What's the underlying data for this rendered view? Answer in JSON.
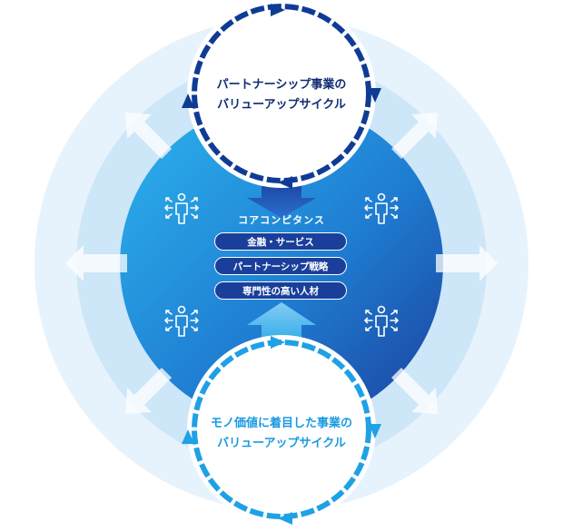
{
  "top_cycle": {
    "line1": "パートナーシップ事業の",
    "line2": "バリューアップサイクル"
  },
  "bottom_cycle": {
    "line1": "モノ価値に着目した事業の",
    "line2": "バリューアップサイクル"
  },
  "core": {
    "heading": "コアコンピタンス",
    "items": [
      "金融・サービス",
      "パートナーシップ戦略",
      "専門性の高い人材"
    ]
  },
  "icons": [
    "person-network-icon",
    "person-network-icon",
    "person-network-icon",
    "person-network-icon"
  ],
  "colors": {
    "outer_ring": "#e3f1fb",
    "middle_ring": "#c9e4f7",
    "core_light": "#29a9e8",
    "core_dark": "#1d4aa8",
    "top_arrow": "#0f3b96",
    "bottom_arrow": "#1ea1e6"
  }
}
